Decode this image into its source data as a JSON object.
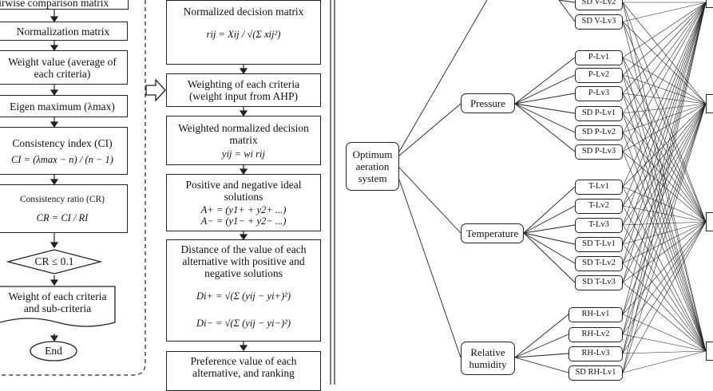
{
  "ahp": {
    "pairwise": "Pairwise comparison matrix",
    "normalization": "Normalization matrix",
    "weight_value": [
      "Weight value (average of",
      "each criteria)"
    ],
    "eigen": "Eigen maximum (λmax)",
    "ci_title": "Consistency index (CI)",
    "ci_formula": "CI = (λmax − n) / (n − 1)",
    "cr_title": "Consistency ratio (CR)",
    "cr_formula": "CR = CI / RI",
    "cr_check": "CR ≤ 0.1",
    "weight_each": [
      "Weight of each criteria",
      "and sub-criteria"
    ],
    "end": "End"
  },
  "topsis": {
    "normalized_title": "Normalized decision matrix",
    "normalized_formula": "rij = Xij / √(Σ xij²)",
    "weighting": [
      "Weighting of each criteria",
      "(weight input from AHP)"
    ],
    "weighted_title": [
      "Weighted normalized decision",
      "matrix"
    ],
    "weighted_formula": "yij = wi rij",
    "ideal_title": [
      "Positive and negative ideal",
      "solutions"
    ],
    "ideal_pos": "A+ = (y1+ + y2+ ...)",
    "ideal_neg": "A− = (y1− + y2− ...)",
    "distance_title": [
      "Distance of the value of each",
      "alternative with positive and",
      "negative solutions"
    ],
    "distance_pos": "Di+ = √(Σ (yij − yi+)²)",
    "distance_neg": "Di− = √(Σ (yij − yi−)²)",
    "preference": [
      "Preference value of each",
      "alternative, and ranking"
    ]
  },
  "hierarchy": {
    "goal": [
      "Optimum",
      "aeration",
      "system"
    ],
    "criteria": [
      {
        "label": [
          "Pressure"
        ]
      },
      {
        "label": [
          "Temperature"
        ]
      },
      {
        "label": [
          "Relative",
          "humidity"
        ]
      }
    ],
    "subcriteria": [
      "SD V-Lv2",
      "SD V-Lv3",
      "P-Lv1",
      "P-Lv2",
      "P-Lv3",
      "SD P-Lv1",
      "SD P-Lv2",
      "SD P-Lv3",
      "T-Lv1",
      "T-Lv2",
      "T-Lv3",
      "SD T-Lv1",
      "SD T-Lv2",
      "SD T-Lv3",
      "RH-Lv1",
      "RH-Lv2",
      "RH-Lv3",
      "SD RH-Lv1"
    ]
  },
  "arrow_icon": "right-arrow-icon"
}
